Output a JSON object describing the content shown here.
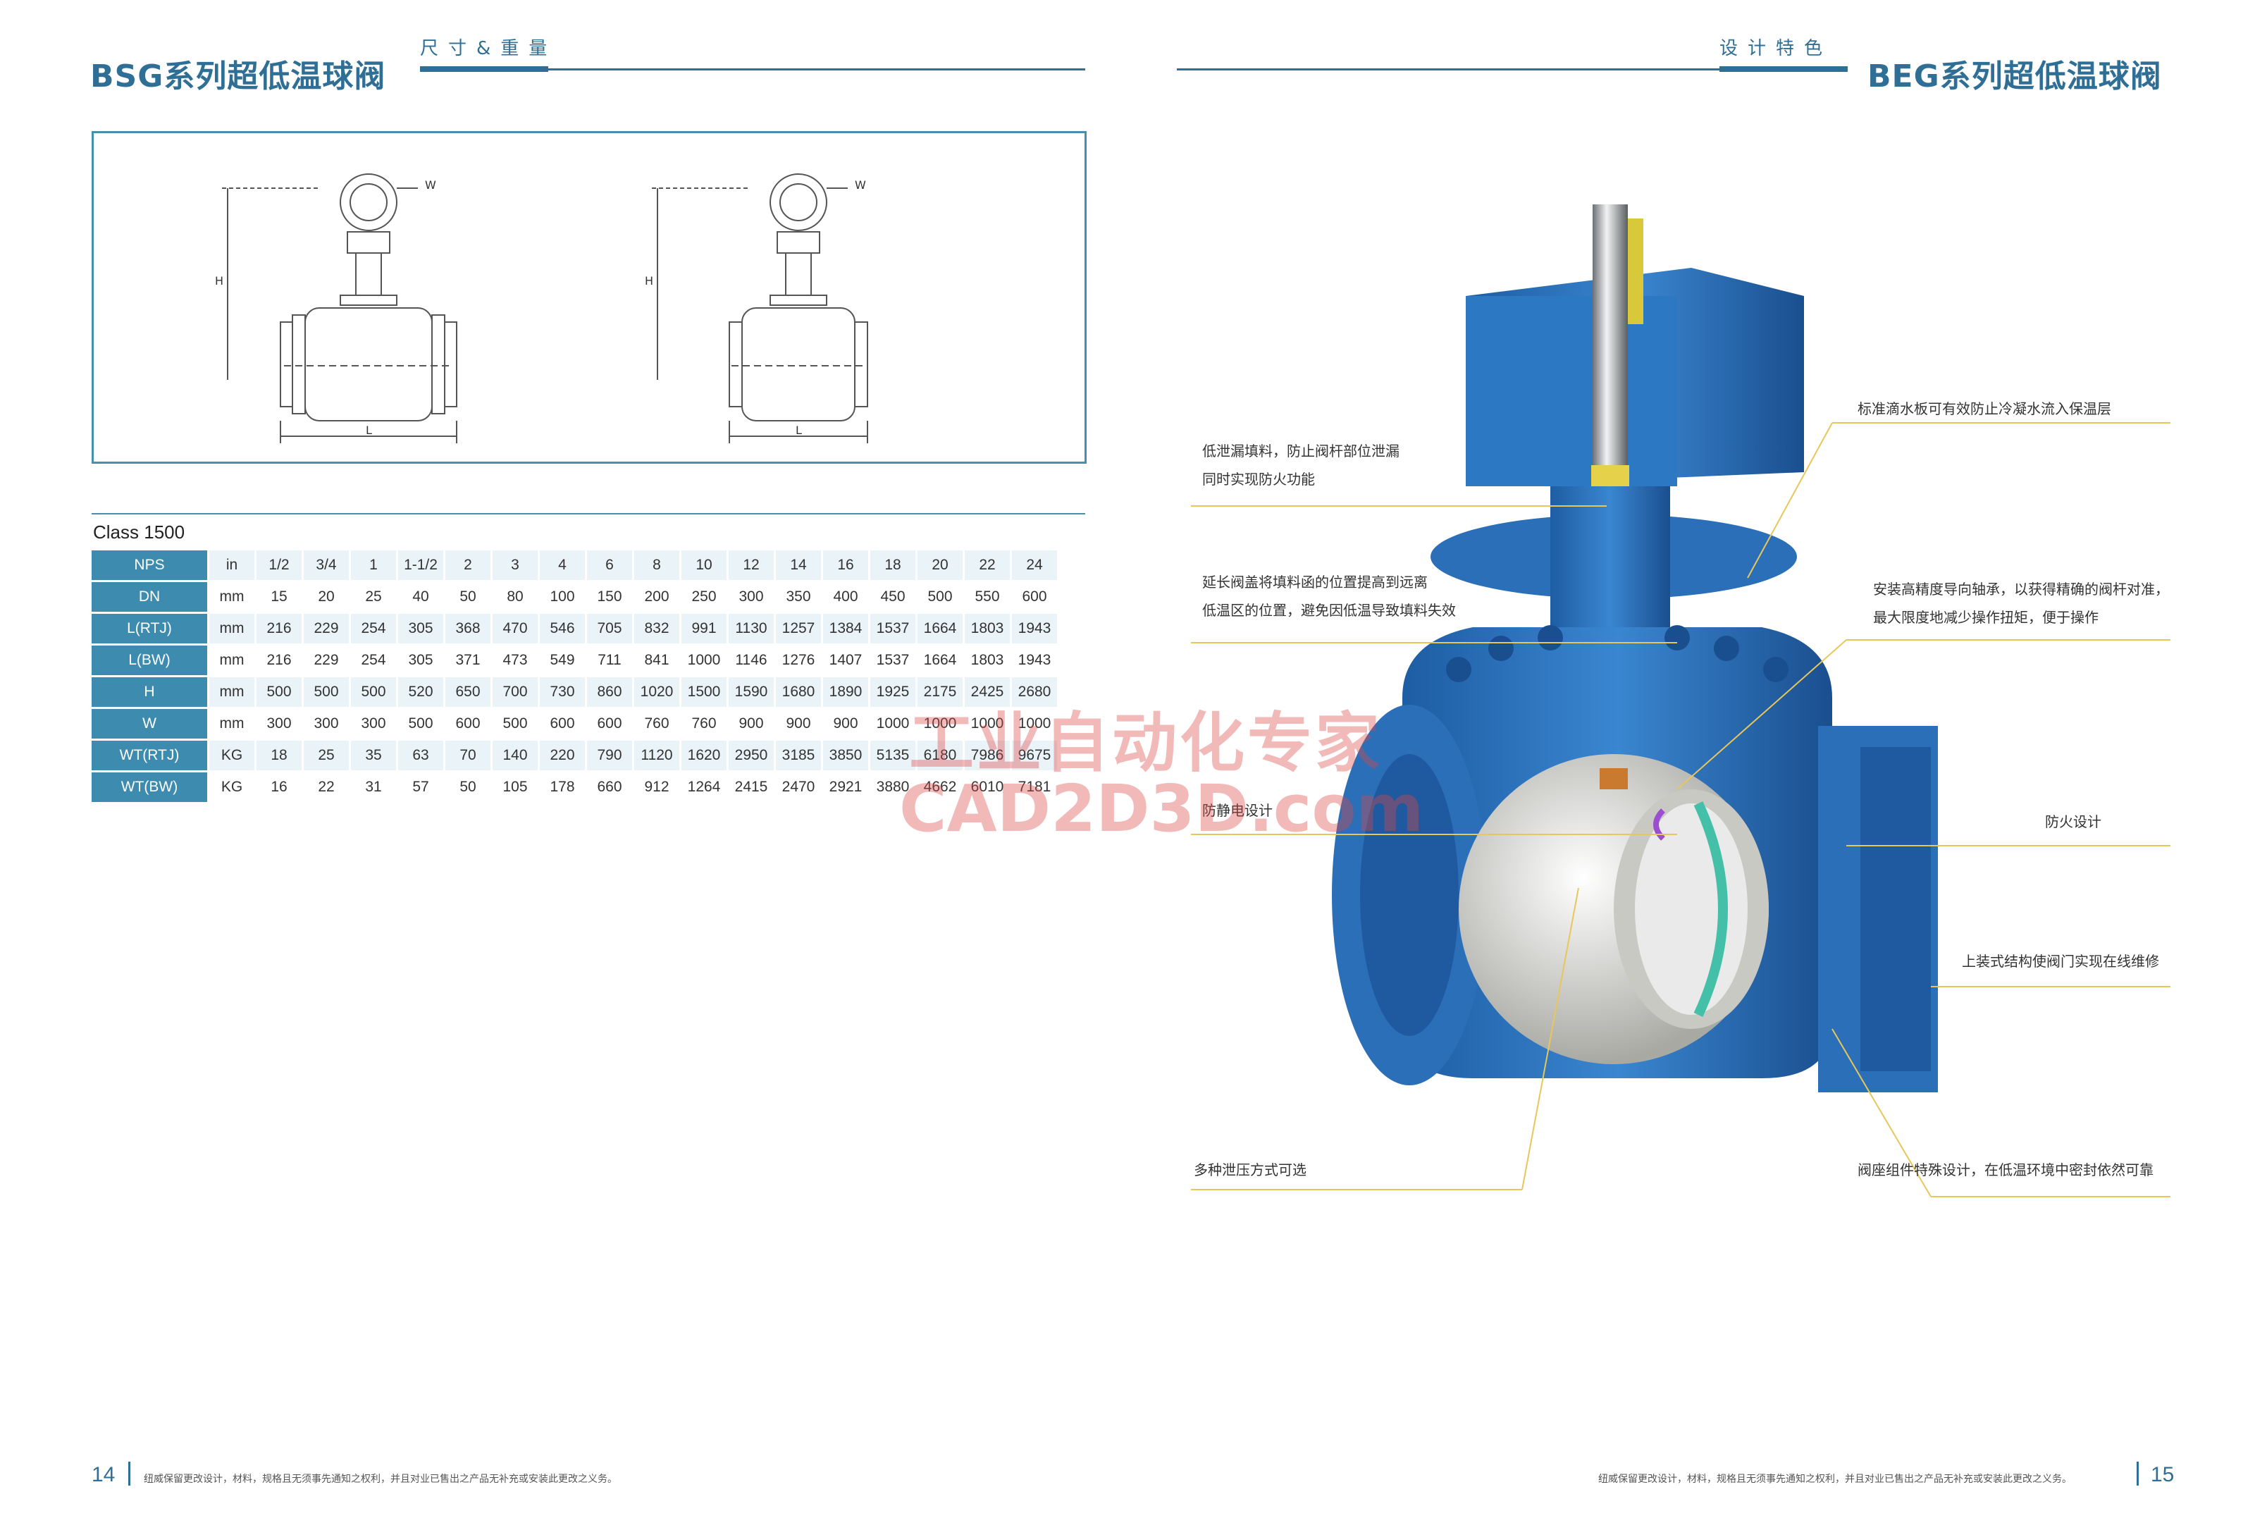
{
  "left_page": {
    "brand": "BSG系列超低温球阀",
    "section": "尺寸&重量",
    "drawing": {
      "dim_w": "W",
      "dim_h": "H",
      "dim_l": "L"
    },
    "table_caption": "Class 1500",
    "table": [
      {
        "label": "NPS",
        "unit": "in",
        "values": [
          "1/2",
          "3/4",
          "1",
          "1-1/2",
          "2",
          "3",
          "4",
          "6",
          "8",
          "10",
          "12",
          "14",
          "16",
          "18",
          "20",
          "22",
          "24"
        ]
      },
      {
        "label": "DN",
        "unit": "mm",
        "values": [
          "15",
          "20",
          "25",
          "40",
          "50",
          "80",
          "100",
          "150",
          "200",
          "250",
          "300",
          "350",
          "400",
          "450",
          "500",
          "550",
          "600"
        ]
      },
      {
        "label": "L(RTJ)",
        "unit": "mm",
        "values": [
          "216",
          "229",
          "254",
          "305",
          "368",
          "470",
          "546",
          "705",
          "832",
          "991",
          "1130",
          "1257",
          "1384",
          "1537",
          "1664",
          "1803",
          "1943"
        ]
      },
      {
        "label": "L(BW)",
        "unit": "mm",
        "values": [
          "216",
          "229",
          "254",
          "305",
          "371",
          "473",
          "549",
          "711",
          "841",
          "1000",
          "1146",
          "1276",
          "1407",
          "1537",
          "1664",
          "1803",
          "1943"
        ]
      },
      {
        "label": "H",
        "unit": "mm",
        "values": [
          "500",
          "500",
          "500",
          "520",
          "650",
          "700",
          "730",
          "860",
          "1020",
          "1500",
          "1590",
          "1680",
          "1890",
          "1925",
          "2175",
          "2425",
          "2680"
        ]
      },
      {
        "label": "W",
        "unit": "mm",
        "values": [
          "300",
          "300",
          "300",
          "500",
          "600",
          "500",
          "600",
          "600",
          "760",
          "760",
          "900",
          "900",
          "900",
          "1000",
          "1000",
          "1000",
          "1000"
        ]
      },
      {
        "label": "WT(RTJ)",
        "unit": "KG",
        "values": [
          "18",
          "25",
          "35",
          "63",
          "70",
          "140",
          "220",
          "790",
          "1120",
          "1620",
          "2950",
          "3185",
          "3850",
          "5135",
          "6180",
          "7986",
          "9675"
        ]
      },
      {
        "label": "WT(BW)",
        "unit": "KG",
        "values": [
          "16",
          "22",
          "31",
          "57",
          "50",
          "105",
          "178",
          "660",
          "912",
          "1264",
          "2415",
          "2470",
          "2921",
          "3880",
          "4662",
          "6010",
          "7181"
        ]
      }
    ],
    "page_number": "14",
    "footer": "纽威保留更改设计，材料，规格且无须事先通知之权利，并且对业已售出之产品无补充或安装此更改之义务。"
  },
  "right_page": {
    "brand": "BEG系列超低温球阀",
    "section": "设计特色",
    "callouts": {
      "packing": [
        "低泄漏填料，防止阀杆部位泄漏",
        "同时实现防火功能"
      ],
      "bonnet": [
        "延长阀盖将填料函的位置提高到远离",
        "低温区的位置，避免因低温导致填料失效"
      ],
      "antistatic": "防静电设计",
      "relief": "多种泄压方式可选",
      "drip": "标准滴水板可有效防止冷凝水流入保温层",
      "bearing": [
        "安装高精度导向轴承，以获得精确的阀杆对准，",
        "最大限度地减少操作扭矩，便于操作"
      ],
      "fire": "防火设计",
      "topentry": "上装式结构使阀门实现在线维修",
      "seat": "阀座组件特殊设计，在低温环境中密封依然可靠"
    },
    "page_number": "15",
    "footer": "纽威保留更改设计，材料，规格且无须事先通知之权利，并且对业已售出之产品无补充或安装此更改之义务。"
  },
  "watermark": {
    "line1": "工业自动化专家",
    "line2": "CAD2D3D.com"
  },
  "colors": {
    "brand": "#2f6f95",
    "header_cell": "#3d8cb0",
    "valve_blue": "#2a6fb8",
    "callout_line": "#e8c75a"
  }
}
